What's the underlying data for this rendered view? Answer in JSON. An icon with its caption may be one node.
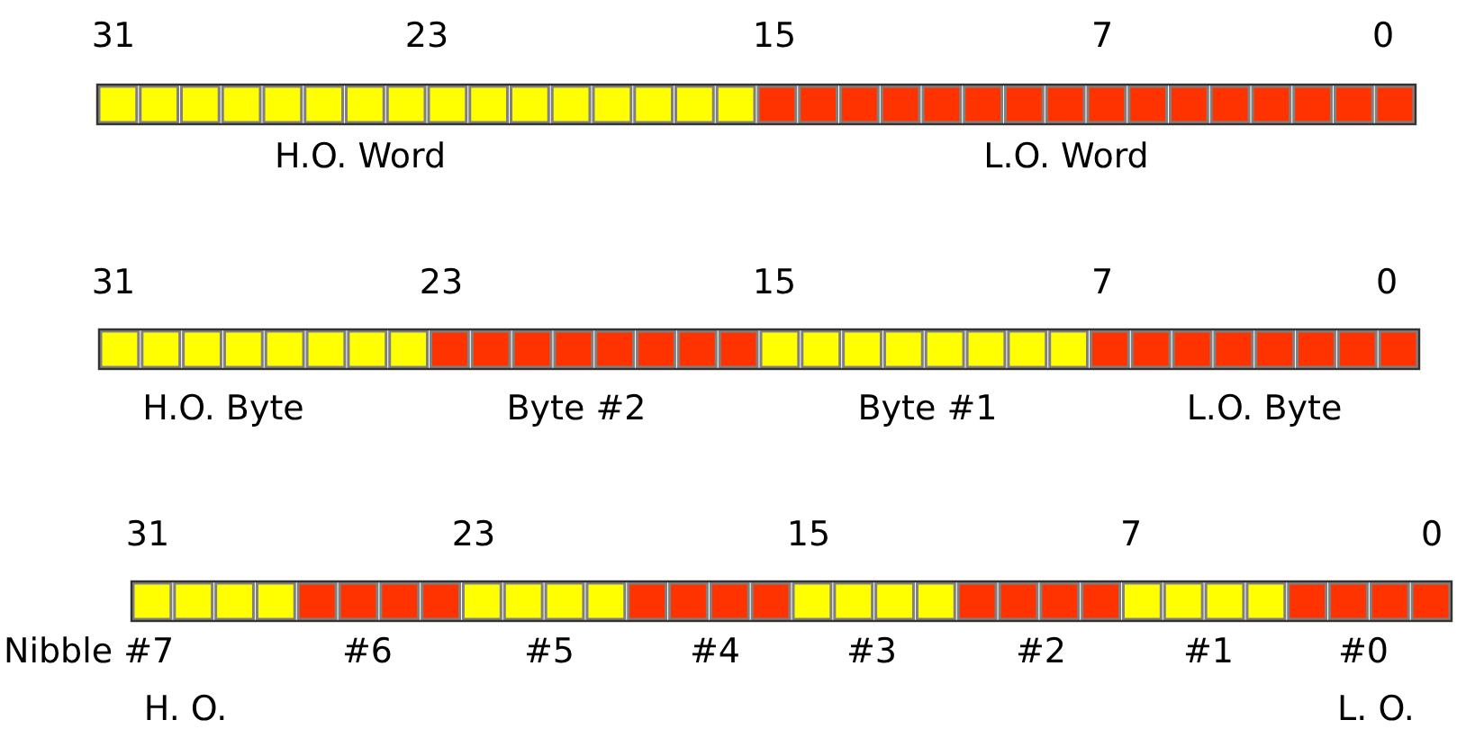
{
  "diagram": {
    "labels": [
      "31",
      "23",
      "15",
      "7",
      "0",
      "H.O. Word",
      "L.O. Word",
      "31",
      "23",
      "15",
      "7",
      "0",
      "H.O. Byte",
      "Byte #2",
      "Byte #1",
      "L.O. Byte",
      "31",
      "23",
      "15",
      "7",
      "0",
      "Nibble #7",
      "#6",
      "#5",
      "#4",
      "#3",
      "#2",
      "#1",
      "#0",
      "H. O.",
      "L. O."
    ]
  }
}
